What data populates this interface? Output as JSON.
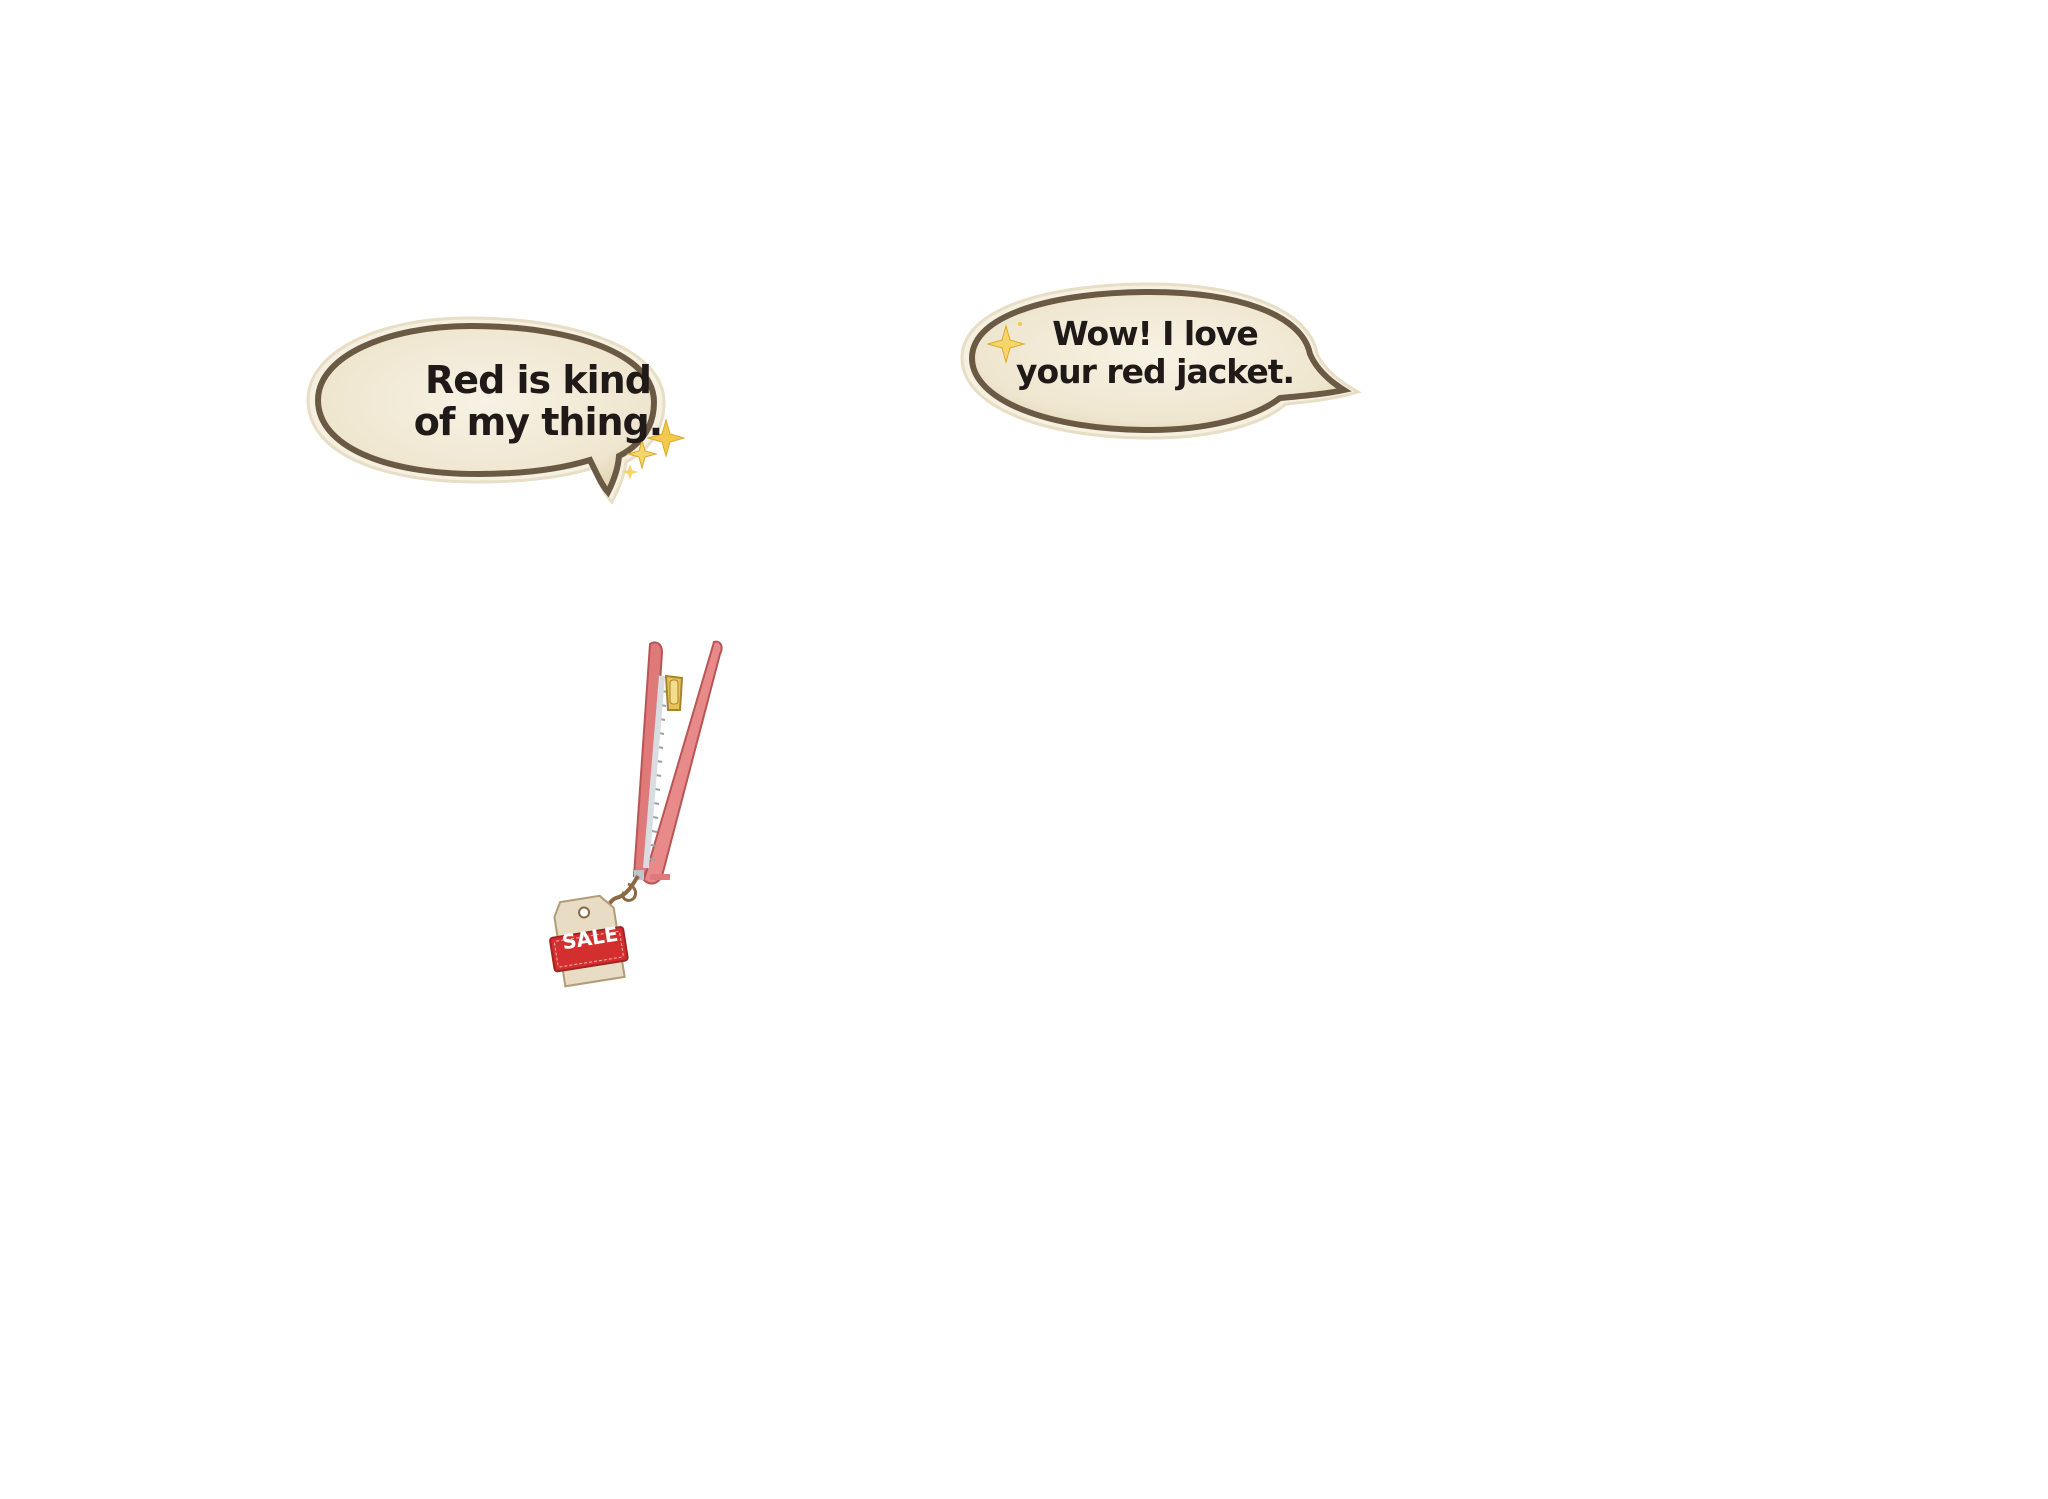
{
  "stickers": {
    "bubble_1": {
      "line_1": "Red is kind",
      "line_2": "of my thing.",
      "icon": "sparkles-icon"
    },
    "bubble_2": {
      "line_1": "Wow! I love",
      "line_2": "your red jacket.",
      "icon": "sparkle-icon"
    },
    "zipper": {
      "tag_label": "SALE",
      "icon": "zipper-icon"
    }
  },
  "colors": {
    "background": "#ffffff",
    "bubble_fill": "#f3ecd9",
    "bubble_outline": "#6b5a43",
    "text": "#1f1a17",
    "sparkle": "#f2c94c",
    "zipper_tape": "#e07a7a",
    "sale_tag": "#e8dcc4",
    "sale_band": "#d32f2f"
  }
}
